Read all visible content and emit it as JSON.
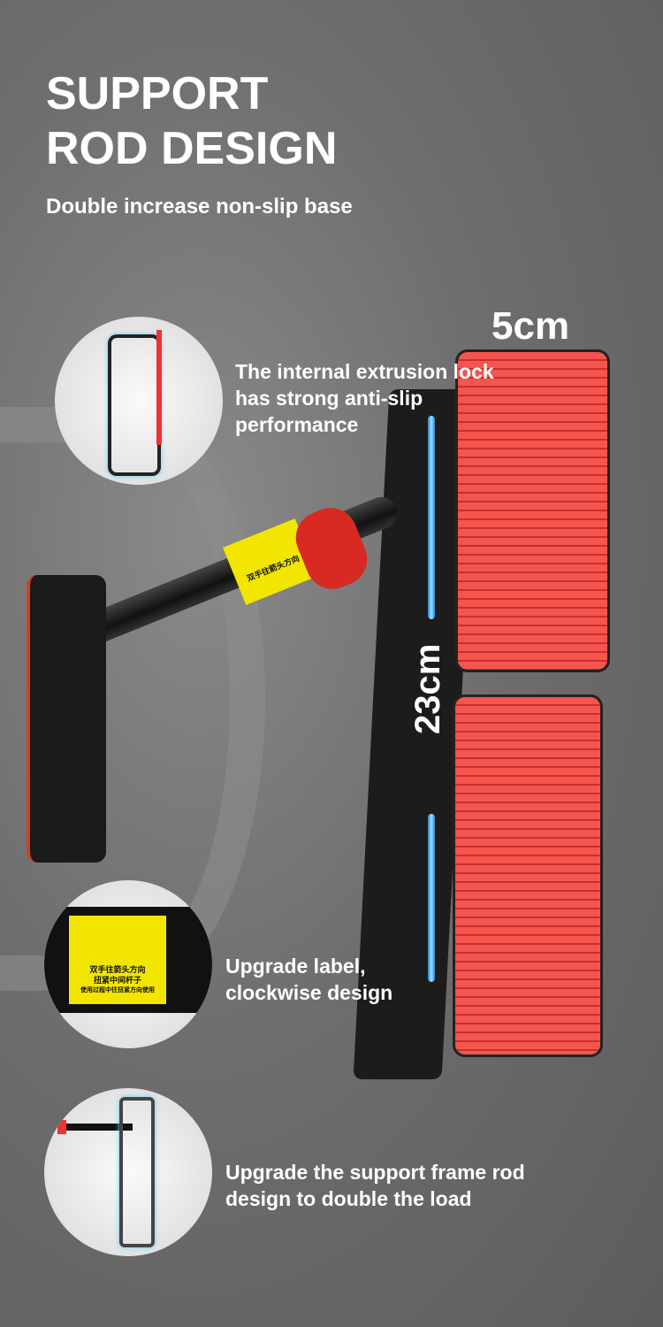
{
  "title": {
    "line1": "SUPPORT",
    "line2": "ROD DESIGN"
  },
  "subtitle": "Double increase non-slip base",
  "dimensions": {
    "width": "5cm",
    "height": "23cm"
  },
  "features": [
    {
      "caption": "The internal extrusion lock has strong anti-slip performance"
    },
    {
      "caption": "Upgrade label, clockwise design"
    },
    {
      "caption": "Upgrade the support frame rod design to double the load"
    }
  ],
  "label_text": {
    "line1": "双手往箭头方向",
    "line2": "扭紧中间杆子",
    "line3": "使用过程中往扭紧方向使用"
  },
  "colors": {
    "pad": "#f4554f",
    "label": "#f2e600",
    "accent": "#2a7fd4"
  }
}
